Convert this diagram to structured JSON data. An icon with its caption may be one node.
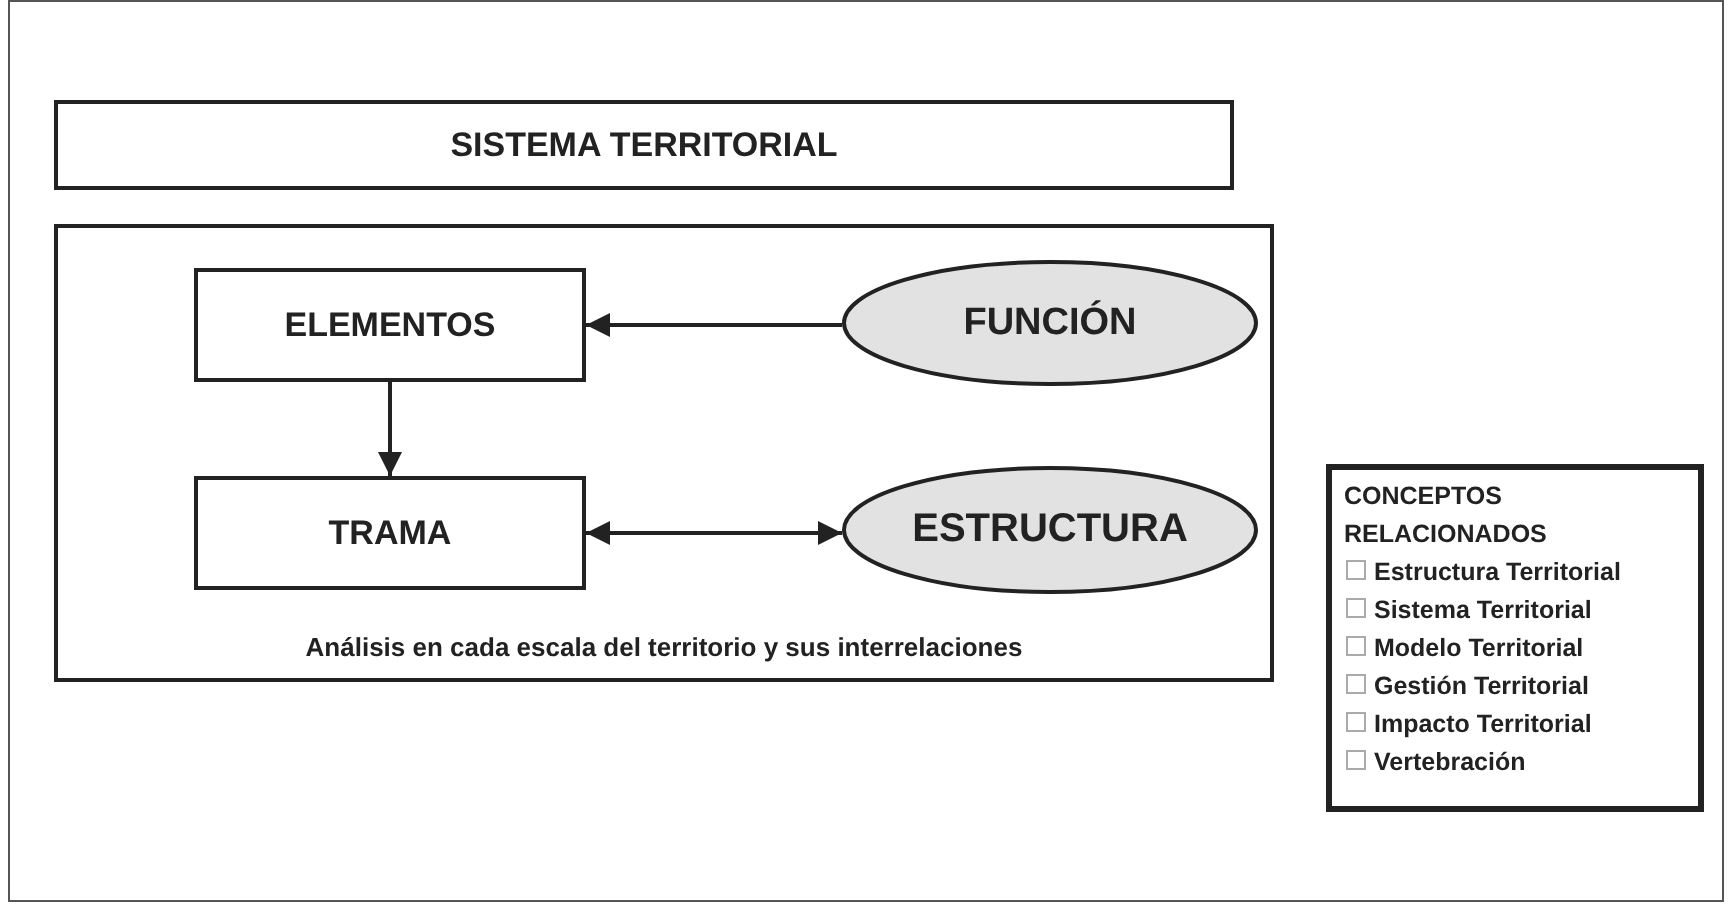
{
  "diagram": {
    "nodes": [
      {
        "text": [
          "SISTEMA TERRITORIAL"
        ]
      },
      {
        "text": [
          "Análisis en cada escala del territorio y sus interrelaciones"
        ]
      },
      {
        "text": [
          "ELEMENTOS"
        ],
        "in": 1
      },
      {
        "text": [
          "FUNCIÓN"
        ],
        "in": 1
      },
      {
        "text": [
          "TRAMA"
        ],
        "in": 1
      },
      {
        "text": [
          "ESTRUCTURA"
        ],
        "in": 1
      },
      {
        "text": [
          "CONCEPTOS RELACIONADOS",
          "Estructura Territorial",
          "Sistema Territorial",
          "Modelo Territorial",
          "Gestión Territorial",
          "Impacto Territorial",
          "Vertebración"
        ]
      }
    ],
    "edges": [
      {
        "from": 3,
        "to": 2,
        "arrow": "to"
      },
      {
        "from": 2,
        "to": 4,
        "arrow": "to"
      },
      {
        "from": 4,
        "to": 5,
        "arrow": "both"
      }
    ]
  }
}
